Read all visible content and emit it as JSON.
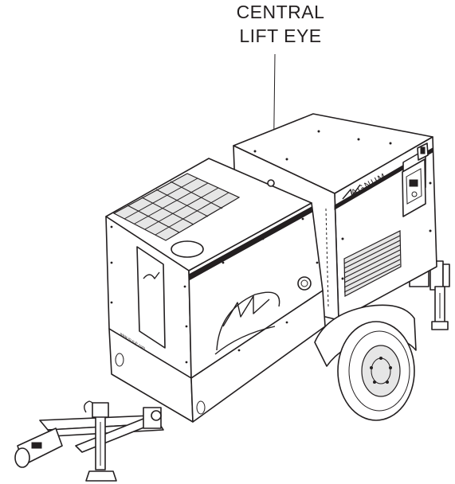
{
  "callout": {
    "line1": "CENTRAL",
    "line2": "LIFT EYE"
  },
  "machine": {
    "brand_panel_text": "AGNUM",
    "side_url_text": "www.m-p-lc.com"
  },
  "colors": {
    "line": "#231f20",
    "background": "#ffffff"
  }
}
